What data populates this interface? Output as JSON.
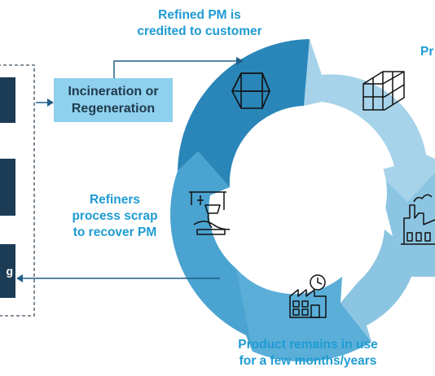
{
  "labels": {
    "credited_line1": "Refined PM is",
    "credited_line2": "credited to customer",
    "partial_top_right": "Pr",
    "refiners_line1": "Refiners",
    "refiners_line2": "process scrap",
    "refiners_line3": "to recover PM",
    "product_line1": "Product remains in use",
    "product_line2": "for a few months/years"
  },
  "stage_box": {
    "line1": "Incineration or",
    "line2": "Regeneration"
  },
  "left_boxes": [
    {
      "label": ""
    },
    {
      "label": ""
    },
    {
      "label": "g"
    }
  ],
  "colors": {
    "label_blue": "#1e9bd3",
    "light_box": "#8fd0ee",
    "dark_box": "#1c3c56",
    "ring_dark": "#2a86b8",
    "ring_mid": "#4aa3d0",
    "ring_light": "#8cc5e2",
    "ring_lighter": "#a6d3ea",
    "arrow_line": "#1f5e88"
  },
  "icons": [
    "gold-bars-icon",
    "stacked-bars-icon",
    "factory-icon",
    "factory-clock-icon",
    "smelter-icon"
  ]
}
